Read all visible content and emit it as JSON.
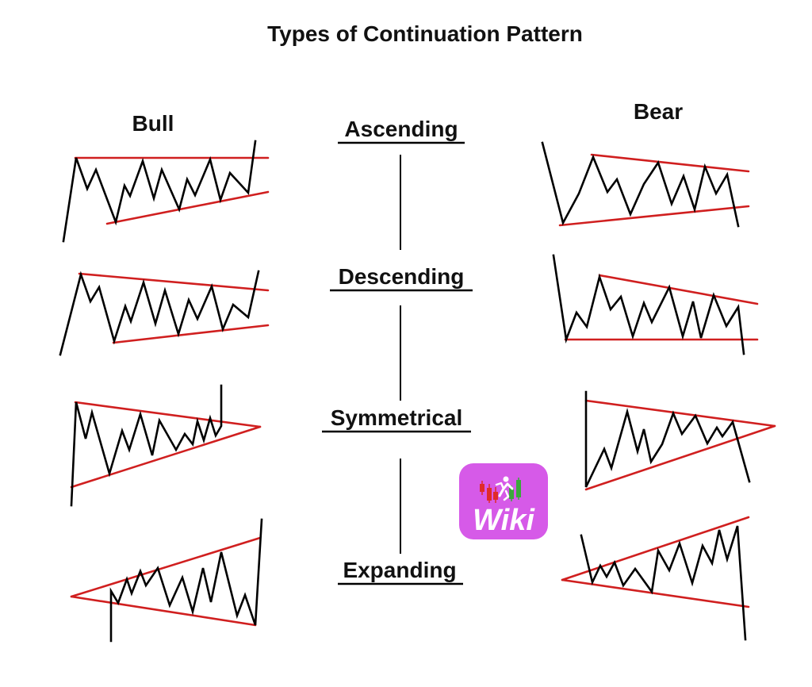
{
  "title": "Types of Continuation Pattern",
  "columns": {
    "bull": "Bull",
    "bear": "Bear"
  },
  "patterns": [
    {
      "label": "Ascending"
    },
    {
      "label": "Descending"
    },
    {
      "label": "Symmetrical"
    },
    {
      "label": "Expanding"
    }
  ],
  "logo": {
    "text": "Wiki",
    "icon": "candlestick-runner-icon",
    "color": "#d65ae8"
  },
  "colors": {
    "trendline": "#d01f1f",
    "price": "#000000"
  }
}
